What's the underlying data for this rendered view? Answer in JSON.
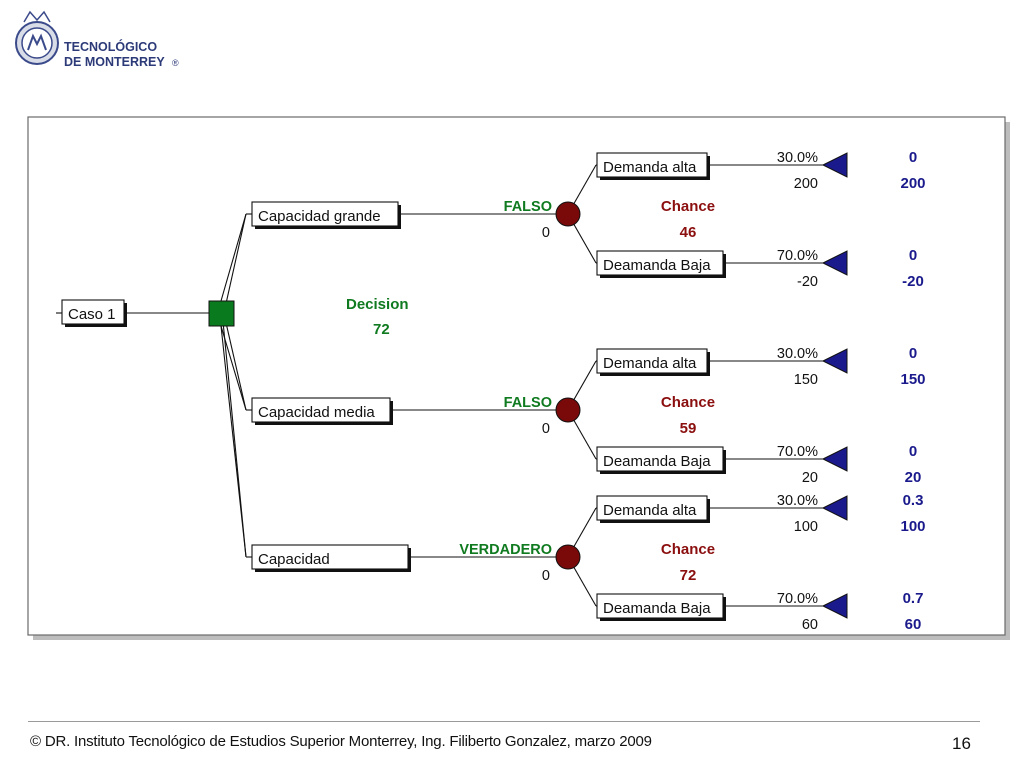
{
  "header": {
    "logo_line1": "TECNOLÓGICO",
    "logo_line2": "DE MONTERREY"
  },
  "tree": {
    "root": {
      "label": "Caso 1"
    },
    "decision": {
      "title": "Decision",
      "value": "72"
    },
    "branches": [
      {
        "label": "Capacidad grande",
        "flag": "FALSO",
        "cost": "0",
        "chance_title": "Chance",
        "chance_value": "46",
        "outcomes": [
          {
            "label": "Demanda alta",
            "prob": "30.0%",
            "payoff": "200",
            "end_prob": "0",
            "end_value": "200"
          },
          {
            "label": "Deamanda Baja",
            "prob": "70.0%",
            "payoff": "-20",
            "end_prob": "0",
            "end_value": "-20"
          }
        ]
      },
      {
        "label": "Capacidad media",
        "flag": "FALSO",
        "cost": "0",
        "chance_title": "Chance",
        "chance_value": "59",
        "outcomes": [
          {
            "label": "Demanda alta",
            "prob": "30.0%",
            "payoff": "150",
            "end_prob": "0",
            "end_value": "150"
          },
          {
            "label": "Deamanda Baja",
            "prob": "70.0%",
            "payoff": "20",
            "end_prob": "0",
            "end_value": "20"
          }
        ]
      },
      {
        "label": "Capacidad",
        "flag": "VERDADERO",
        "cost": "0",
        "chance_title": "Chance",
        "chance_value": "72",
        "outcomes": [
          {
            "label": "Demanda alta",
            "prob": "30.0%",
            "payoff": "100",
            "end_prob": "0.3",
            "end_value": "100"
          },
          {
            "label": "Deamanda Baja",
            "prob": "70.0%",
            "payoff": "60",
            "end_prob": "0.7",
            "end_value": "60"
          }
        ]
      }
    ]
  },
  "colors": {
    "decision_node": "#0a7a1f",
    "chance_node": "#7a0a0a",
    "terminal_node": "#1a1a8c",
    "green_text": "#0f7a1f",
    "red_text": "#8b0f0f",
    "blue_text": "#1a1a8c"
  },
  "footer": {
    "text": "© DR. Instituto Tecnológico de Estudios Superior  Monterrey, Ing. Filiberto Gonzalez,  marzo 2009",
    "page": "16"
  }
}
